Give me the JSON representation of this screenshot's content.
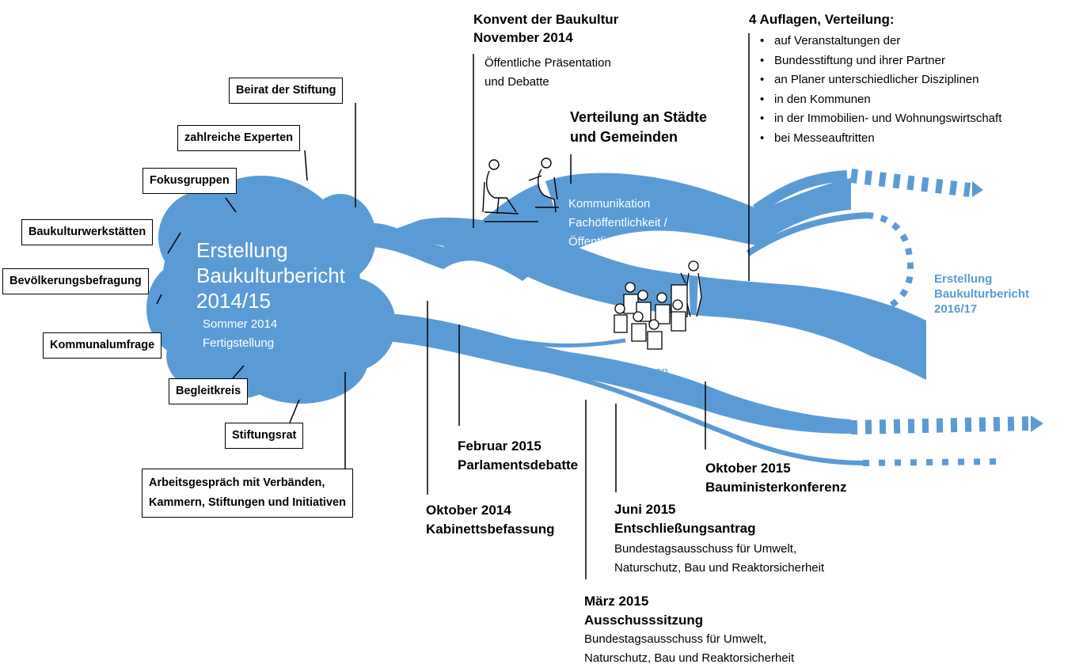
{
  "colors": {
    "accent": "#5b9bd5",
    "ink": "#000000",
    "background": "#ffffff"
  },
  "center": {
    "title_l1": "Erstellung",
    "title_l2": "Baukulturbericht",
    "title_l3": "2014/15",
    "sub_l1": "Sommer 2014",
    "sub_l2": "Fertigstellung"
  },
  "inputs": {
    "beirat": "Beirat der Stiftung",
    "experten": "zahlreiche Experten",
    "fokus": "Fokusgruppen",
    "werkstaetten": "Baukulturwerkstätten",
    "befragung": "Bevölkerungsbefragung",
    "kommunal": "Kommunalumfrage",
    "begleitkreis": "Begleitkreis",
    "stiftungsrat": "Stiftungsrat",
    "arbeit_l1": "Arbeitsgespräch mit Verbänden,",
    "arbeit_l2": "Kammern, Stiftungen und Initiativen"
  },
  "konvent": {
    "title_l1": "Konvent der Baukultur",
    "title_l2": "November 2014",
    "sub_l1": "Öffentliche Präsentation",
    "sub_l2": "und Debatte"
  },
  "verteilung": {
    "l1": "Verteilung an Städte",
    "l2": "und Gemeinden"
  },
  "kommunikation": {
    "l1": "Kommunikation",
    "l2": "Fachöffentlichkeit /",
    "l3": "Öffentlichkeit"
  },
  "auflagen": {
    "title": "4 Auflagen, Verteilung:",
    "items": [
      "auf Veranstaltungen der",
      "Bundesstiftung und ihrer Partner",
      "an Planer unterschiedlicher Disziplinen",
      "in den Kommunen",
      "in der Immobilien- und Wohnungswirtschaft",
      "bei Messeauftritten"
    ]
  },
  "next": {
    "l1": "Erstellung",
    "l2": "Baukulturbericht",
    "l3": "2016/17"
  },
  "politisch": "Politisches Verfahren",
  "milestones": {
    "okt2014": {
      "l1": "Oktober 2014",
      "l2": "Kabinettsbefassung"
    },
    "feb2015": {
      "l1": "Februar 2015",
      "l2": "Parlamentsdebatte"
    },
    "maerz2015": {
      "l1": "März 2015",
      "l2": "Ausschusssitzung",
      "sub_l1": "Bundestagsausschuss für Umwelt,",
      "sub_l2": "Naturschutz, Bau und Reaktorsicherheit"
    },
    "juni2015": {
      "l1": "Juni 2015",
      "l2": "Entschließungsantrag",
      "sub_l1": "Bundestagsausschuss für Umwelt,",
      "sub_l2": "Naturschutz, Bau und Reaktorsicherheit"
    },
    "okt2015": {
      "l1": "Oktober 2015",
      "l2": "Bauministerkonferenz"
    }
  }
}
